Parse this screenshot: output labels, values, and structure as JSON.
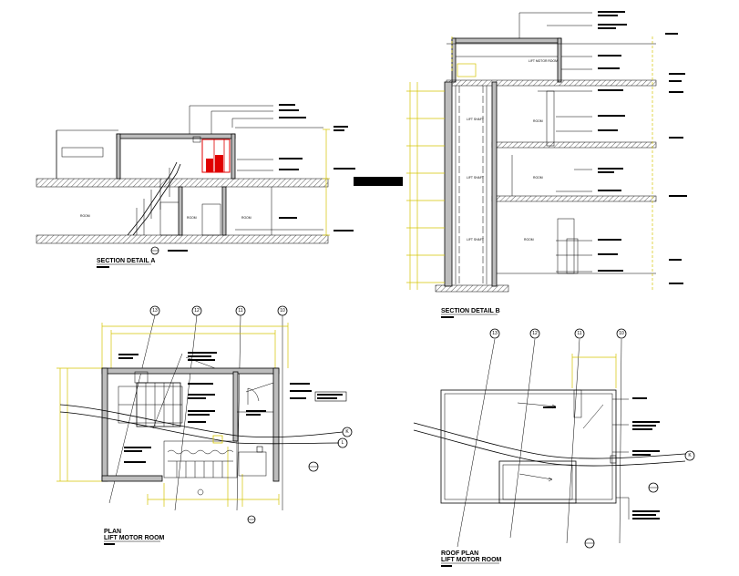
{
  "titles": {
    "section_a": "SECTION DETAIL A",
    "section_b": "SECTION DETAIL B",
    "plan_line1": "PLAN",
    "plan_line2": "LIFT MOTOR ROOM",
    "roof_line1": "ROOF PLAN",
    "roof_line2": "LIFT MOTOR ROOM"
  },
  "grid_labels": {
    "plan": [
      "13",
      "12",
      "11",
      "10"
    ],
    "roof": [
      "13",
      "12",
      "11",
      "10"
    ],
    "row": "K",
    "row2": "L"
  },
  "colors": {
    "dimension": "#d4c400",
    "equipment": "#e00000",
    "line": "#000000",
    "fill": "#bdbdbd"
  }
}
